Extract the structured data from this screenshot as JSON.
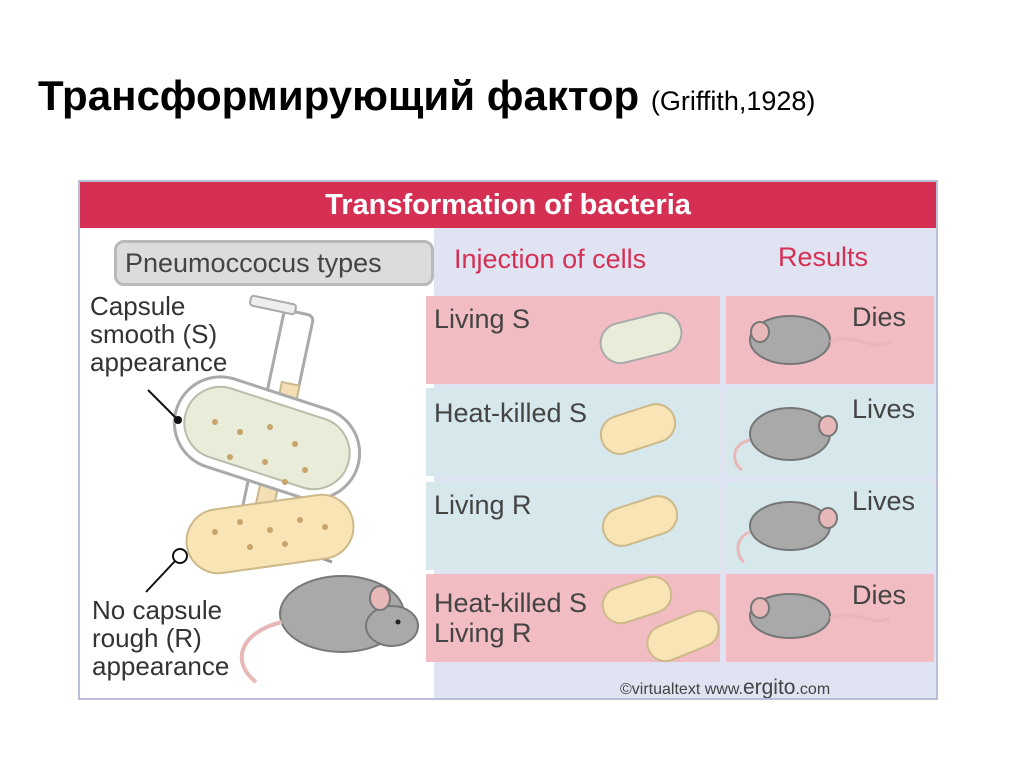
{
  "slide": {
    "title": "Трансформирующий фактор",
    "subtitle": "(Griffith,1928)"
  },
  "figure": {
    "header": "Transformation of bacteria",
    "types_label": "Pneumoccocus types",
    "injection_label": "Injection of cells",
    "results_label": "Results",
    "capsule_caption": [
      "Capsule",
      "smooth (S)",
      "appearance"
    ],
    "nocapsule_caption": [
      "No capsule",
      "rough (R)",
      "appearance"
    ],
    "rows": [
      {
        "injection": [
          "Living S"
        ],
        "result": "Dies"
      },
      {
        "injection": [
          "Heat-killed S"
        ],
        "result": "Lives"
      },
      {
        "injection": [
          "Living R"
        ],
        "result": "Lives"
      },
      {
        "injection": [
          "Heat-killed S",
          "Living R"
        ],
        "result": "Dies"
      }
    ],
    "credit_small": "©virtualtext  www.",
    "credit_big": "ergito",
    "credit_end": ".com"
  },
  "colors": {
    "header_red": "#d62f54",
    "row_pink": "#f1bcc2",
    "row_blue": "#d7e8ec",
    "panel_lavender": "#dfe3f2",
    "label_red": "#d62f54",
    "mouse_gray": "#a9a9a9",
    "capsule_cell": "#e8ecd8",
    "rough_cell": "#f8e4b4"
  },
  "icons": [
    "syringe-icon",
    "mouse-icon",
    "bacterium-icon"
  ]
}
